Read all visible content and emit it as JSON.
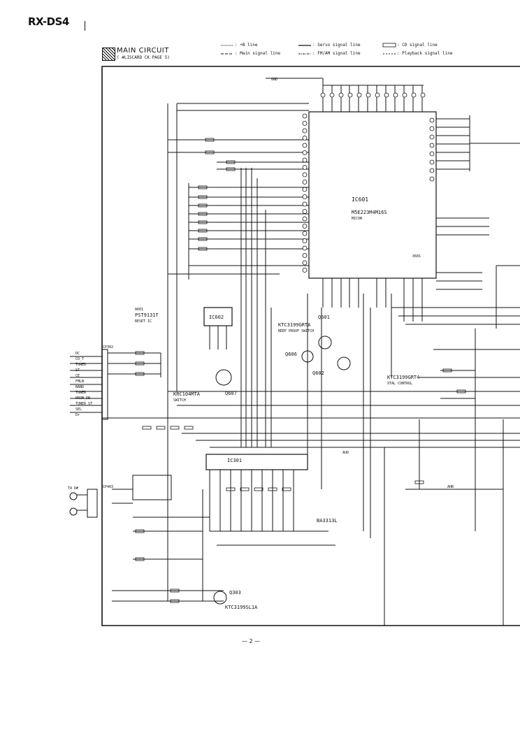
{
  "header": {
    "model": "RX-DS4"
  },
  "section": {
    "title": "MAIN CIRCUIT",
    "subtitle": "( #LISCARD CK PAGE 5)"
  },
  "legend": {
    "b_line": ": +B  line",
    "main_signal": ": Main signal line",
    "servo_signal": ": Servo signal line",
    "fm_am_signal": ": FM/AM signal line",
    "cd_signal": ": CD signal line",
    "playback_signal": ": Playback signal line"
  },
  "components": {
    "ic601": "IC601",
    "ic601_part": "M5E223M4M16S",
    "ic601_func": "MICON",
    "ic602": "IC602",
    "a601": "A601",
    "a601_part": "PST9131T",
    "a601_func": "RESET IC",
    "ic301": "IC301",
    "ic301_part": "BA3313L",
    "q601": "Q601",
    "q601_part": "KTC3199GRTA",
    "q601_func": "BEEP PROOF SWITCH",
    "q606": "Q606",
    "q602": "Q602",
    "q607": "Q607",
    "q607_part": "KRC104MTA",
    "q607_func": "SWITCH",
    "q605": "KTC3199GRT4",
    "q605_func": "XTAL CONTROL",
    "q303": "Q303",
    "q303_part": "KTC3199SL1A",
    "x601": "X601",
    "cp302": "CP302",
    "cp403": "CP403",
    "t4_line": "T4 D#",
    "aud": "AUD",
    "ahb": "AHB",
    "pin_labels": [
      "DC",
      "CO_T",
      "TUNED",
      "ST",
      "CE",
      "FMLN",
      "BAND",
      "TUNER",
      "PROM_DB",
      "TUNER_ST",
      "SEL",
      "D+"
    ],
    "gnd": "GND"
  },
  "footer": {
    "page": "— 2 —"
  }
}
